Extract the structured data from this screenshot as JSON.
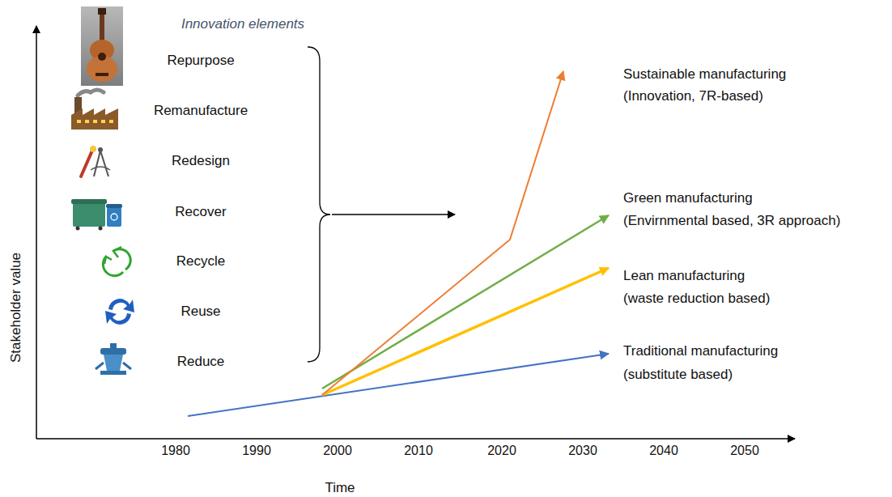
{
  "diagram": {
    "labels": [
      "Innovation elements",
      "Repurpose",
      "Remanufacture",
      "Redesign",
      "Recover",
      "Recycle",
      "Reuse",
      "Reduce",
      "Sustainable manufacturing",
      "(Innovation, 7R-based)",
      "Green manufacturing",
      "(Envirnmental based, 3R approach)",
      "Lean manufacturing",
      "(waste reduction based)",
      "Traditional manufacturing",
      "(substitute based)",
      "Stakeholder value",
      "1980",
      "1990",
      "2000",
      "2010",
      "2020",
      "2030",
      "2040",
      "2050",
      "Time"
    ]
  }
}
